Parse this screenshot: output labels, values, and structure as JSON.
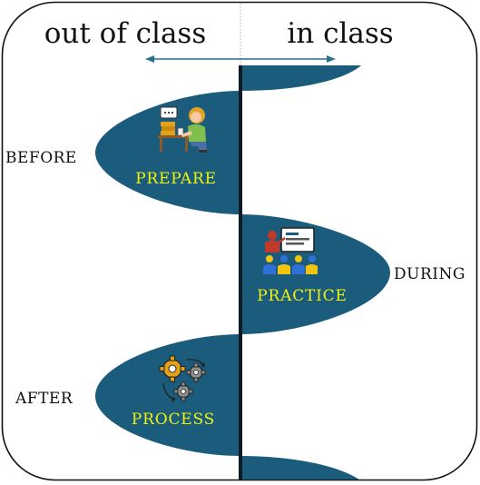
{
  "header": {
    "left": "out of class",
    "right": "in class"
  },
  "phases": [
    {
      "side_label": "BEFORE",
      "phase_label": "PREPARE",
      "icon": "person-studying-at-desk-icon"
    },
    {
      "side_label": "DURING",
      "phase_label": "PRACTICE",
      "icon": "classroom-presentation-icon"
    },
    {
      "side_label": "AFTER",
      "phase_label": "PROCESS",
      "icon": "gears-cycle-icon"
    }
  ],
  "colors": {
    "wave_fill": "#1b5b7b",
    "center_line": "#0b1a26",
    "phase_text": "#f2f20f",
    "arrow": "#2a6f8e"
  }
}
